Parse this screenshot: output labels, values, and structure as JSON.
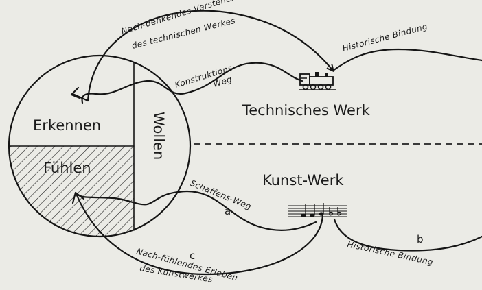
{
  "mind": {
    "erkennen": "Erkennen",
    "fuehlen": "Fühlen",
    "wollen": "Wollen"
  },
  "works": {
    "technisches_werk": "Technisches Werk",
    "kunst_werk": "Kunst-Werk"
  },
  "paths": {
    "nachdenkendes_line1": "Nach-denkendes Verstehen",
    "nachdenkendes_line2": "des technischen Werkes",
    "konstruktions_line1": "Konstruktions-",
    "konstruktions_line2": "Weg",
    "historische_bindung_top": "Historische Bindung",
    "schaffens_weg": "Schaffens-Weg",
    "nachfuehlendes_line1": "Nach-fühlendes Erleben",
    "nachfuehlendes_line2": "des Kunstwerkes",
    "historische_bindung_bottom": "Historische Bindung"
  },
  "markers": {
    "a": "a",
    "b": "b",
    "c": "c"
  },
  "icons": {
    "locomotive": "locomotive-icon",
    "music_notes": "music-notes-icon"
  }
}
